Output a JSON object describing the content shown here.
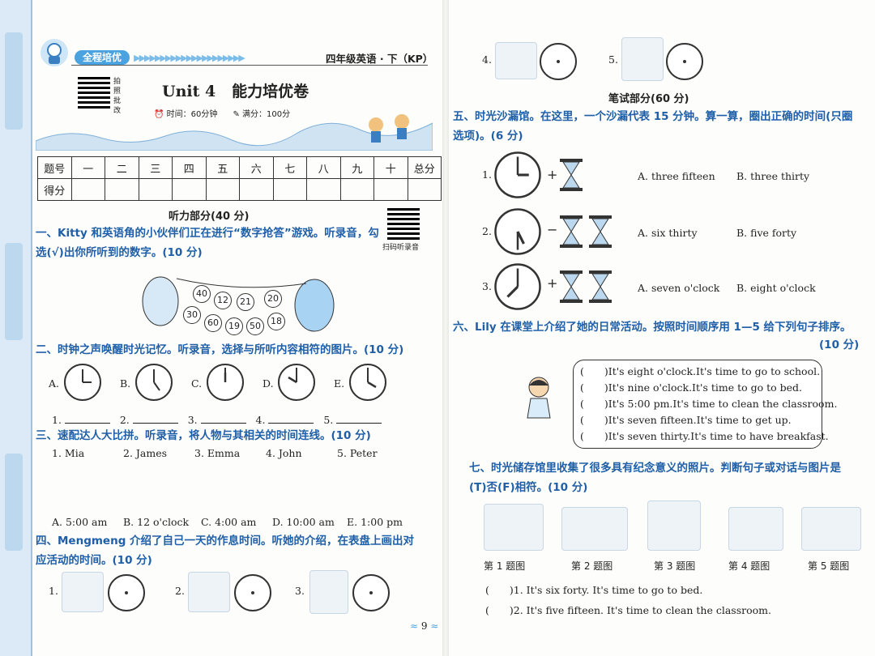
{
  "header": {
    "badge": "全程培优",
    "grade_label": "四年级英语 · 下（KP）"
  },
  "qr_side_text": "拍照批改",
  "title": {
    "unit": "Unit 4",
    "name": "能力培优卷"
  },
  "meta": {
    "time": "时间：60分钟",
    "score": "满分：100分"
  },
  "score_table": {
    "header": [
      "题号",
      "一",
      "二",
      "三",
      "四",
      "五",
      "六",
      "七",
      "八",
      "九",
      "十",
      "总分"
    ],
    "row_label": "得分"
  },
  "listening_title": "听力部分(40 分)",
  "qr_listen_label": "扫码听录音",
  "q1": {
    "text": "一、Kitty 和英语角的小伙伴们正在进行“数字抢答”游戏。听录音，勾选(√)出你所听到的数字。(10 分)",
    "numbers": [
      "40",
      "12",
      "21",
      "20",
      "30",
      "60",
      "19",
      "50",
      "18"
    ]
  },
  "q2": {
    "text": "二、时钟之声唤醒时光记忆。听录音，选择与所听内容相符的图片。(10 分)",
    "options": [
      "A.",
      "B.",
      "C.",
      "D.",
      "E."
    ],
    "blanks": [
      "1.",
      "2.",
      "3.",
      "4.",
      "5."
    ]
  },
  "q3": {
    "text": "三、速配达人大比拼。听录音，将人物与其相关的时间连线。(10 分)",
    "names": [
      "1. Mia",
      "2. James",
      "3. Emma",
      "4. John",
      "5. Peter"
    ],
    "times": [
      "A. 5:00 am",
      "B. 12 o'clock",
      "C. 4:00 am",
      "D. 10:00 am",
      "E. 1:00 pm"
    ]
  },
  "q4": {
    "text": "四、Mengmeng 介绍了自己一天的作息时间。听她的介绍，在表盘上画出对应活动的时间。(10 分)",
    "items": [
      "1.",
      "2.",
      "3.",
      "4.",
      "5."
    ]
  },
  "writing_title": "笔试部分(60 分)",
  "q5": {
    "text": "五、时光沙漏馆。在这里，一个沙漏代表 15 分钟。算一算，圈出正确的时间(只圈选项)。(6 分)",
    "rows": [
      {
        "num": "1.",
        "op": "+",
        "a": "A. three fifteen",
        "b": "B. three thirty"
      },
      {
        "num": "2.",
        "op": "−",
        "a": "A. six thirty",
        "b": "B. five forty"
      },
      {
        "num": "3.",
        "op": "+",
        "a": "A. seven o'clock",
        "b": "B. eight o'clock"
      }
    ]
  },
  "q6": {
    "text": "六、Lily 在课堂上介绍了她的日常活动。按照时间顺序用 1—5 给下列句子排序。",
    "score": "(10 分)",
    "sentences": [
      "(　　)It's eight o'clock.It's time to go to school.",
      "(　　)It's nine o'clock.It's time to go to bed.",
      "(　　)It's 5:00 pm.It's time to clean the classroom.",
      "(　　)It's seven fifteen.It's time to get up.",
      "(　　)It's seven thirty.It's time to have breakfast."
    ]
  },
  "q7": {
    "text": "七、时光储存馆里收集了很多具有纪念意义的照片。判断句子或对话与图片是(T)否(F)相符。(10 分)",
    "pictures": [
      "第 1 题图",
      "第 2 题图",
      "第 3 题图",
      "第 4 题图",
      "第 5 题图"
    ],
    "sentences": [
      "(　　)1. It's six forty. It's time to go to bed.",
      "(　　)2. It's five fifteen. It's time to clean the classroom."
    ]
  },
  "page_number": "9"
}
